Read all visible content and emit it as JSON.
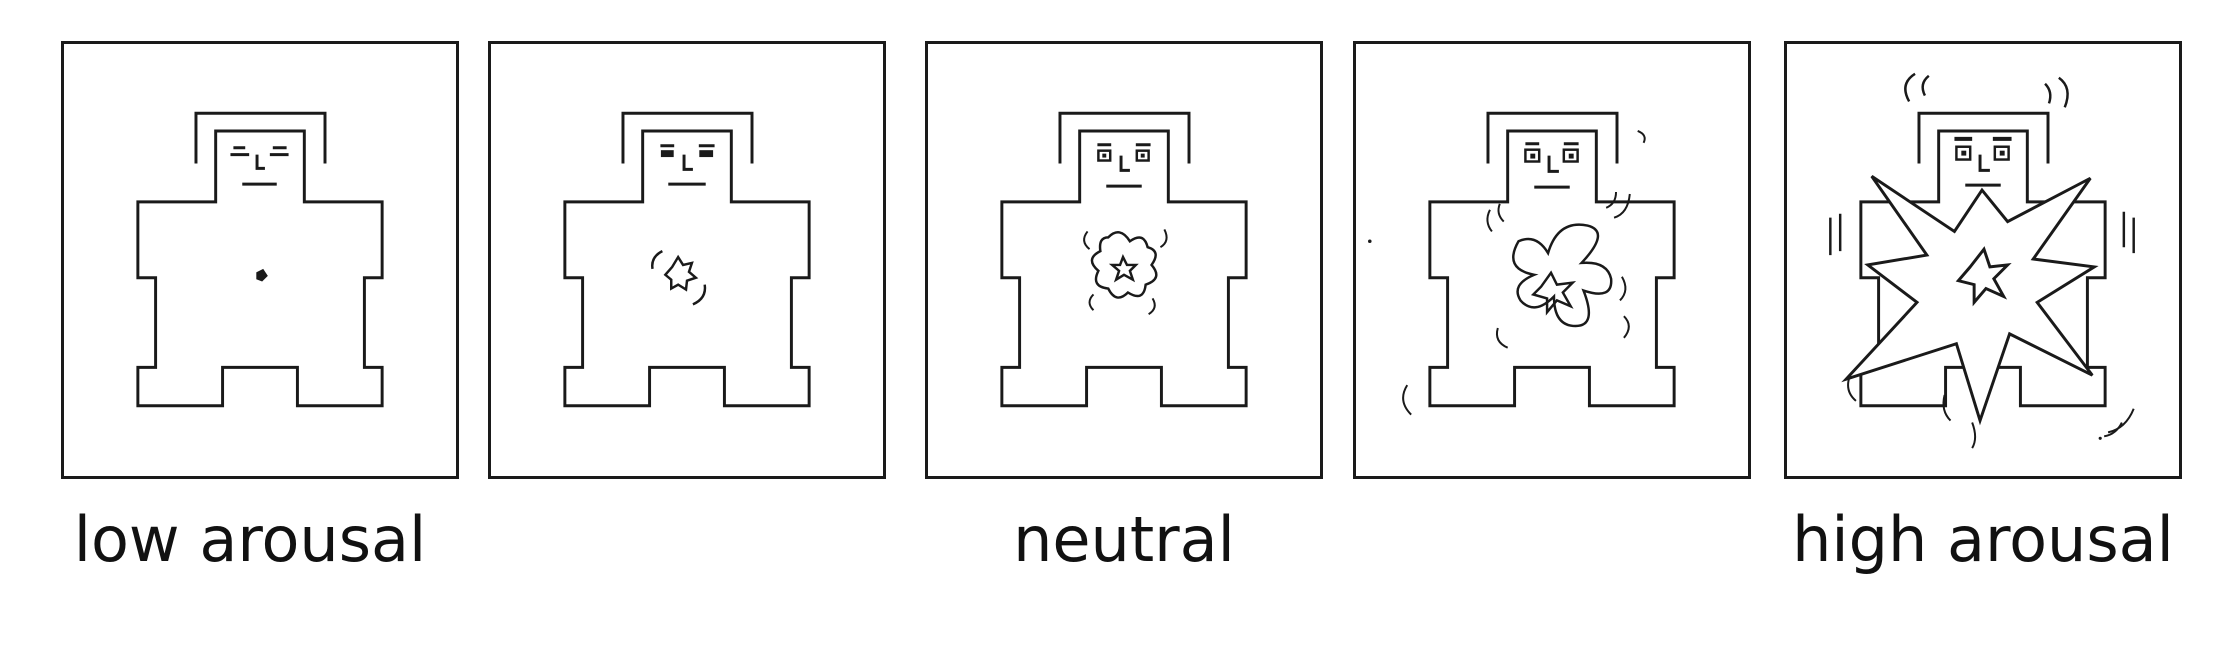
{
  "scale": {
    "panels": [
      {
        "id": "p1",
        "level": 1,
        "icon": "sam-manikin-calm-icon"
      },
      {
        "id": "p2",
        "level": 2,
        "icon": "sam-manikin-mild-icon"
      },
      {
        "id": "p3",
        "level": 3,
        "icon": "sam-manikin-neutral-icon"
      },
      {
        "id": "p4",
        "level": 4,
        "icon": "sam-manikin-excited-icon"
      },
      {
        "id": "p5",
        "level": 5,
        "icon": "sam-manikin-high-excited-icon"
      }
    ],
    "labels": {
      "low": "low arousal",
      "neutral": "neutral",
      "high": "high arousal"
    }
  },
  "colors": {
    "stroke": "#1a1a1a",
    "background": "#ffffff"
  }
}
